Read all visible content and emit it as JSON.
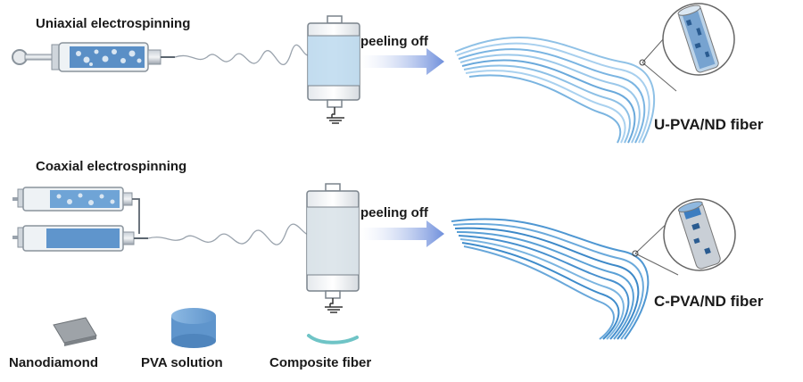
{
  "sections": {
    "uniaxial": {
      "title": "Uniaxial electrospinning",
      "step": "peeling off",
      "product": "U-PVA/ND fiber"
    },
    "coaxial": {
      "title": "Coaxial electrospinning",
      "step": "peeling off",
      "product": "C-PVA/ND fiber"
    }
  },
  "legend": {
    "nanodiamond": "Nanodiamond",
    "pva_solution": "PVA solution",
    "composite_fiber": "Composite fiber"
  },
  "colors": {
    "fiber_light": "#8fc1e6",
    "fiber_dark": "#4f97d2",
    "pva": "#6fa4d6",
    "arrow": "#6f8fdc",
    "metal": "#9aa3ad"
  }
}
